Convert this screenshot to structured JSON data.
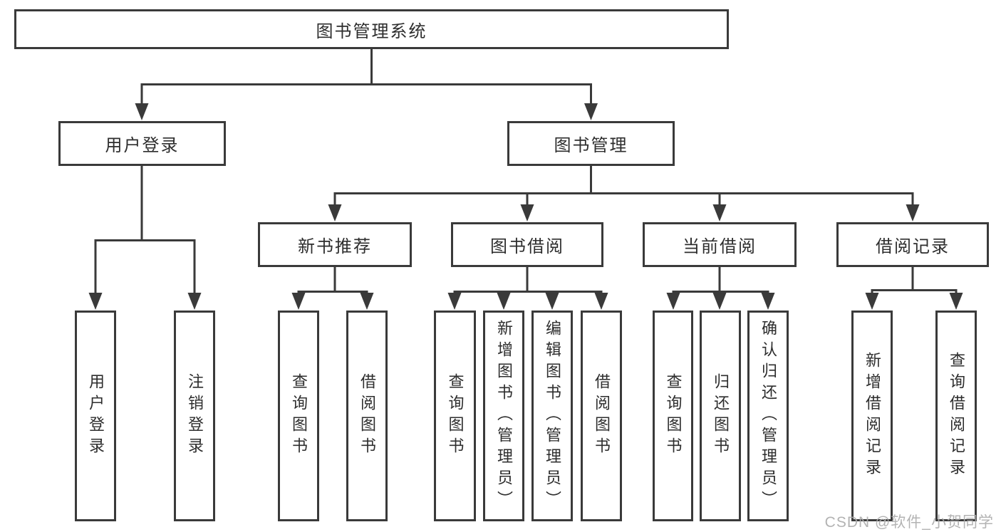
{
  "tree": {
    "label": "图书管理系统",
    "children": [
      {
        "label": "用户登录",
        "children": [
          {
            "label": "用户登录"
          },
          {
            "label": "注销登录"
          }
        ]
      },
      {
        "label": "图书管理",
        "children": [
          {
            "label": "新书推荐",
            "children": [
              {
                "label": "查询图书"
              },
              {
                "label": "借阅图书"
              }
            ]
          },
          {
            "label": "图书借阅",
            "children": [
              {
                "label": "查询图书"
              },
              {
                "label": "新增图书（管理员）"
              },
              {
                "label": "编辑图书（管理员）"
              },
              {
                "label": "借阅图书"
              }
            ]
          },
          {
            "label": "当前借阅",
            "children": [
              {
                "label": "查询图书"
              },
              {
                "label": "归还图书"
              },
              {
                "label": "确认归还（管理员）"
              }
            ]
          },
          {
            "label": "借阅记录",
            "children": [
              {
                "label": "新增借阅记录"
              },
              {
                "label": "查询借阅记录"
              }
            ]
          }
        ]
      }
    ]
  },
  "watermark": {
    "text": "CSDN @软件_小贺同学"
  },
  "colors": {
    "line": "#3a3a3a",
    "text": "#2d2d2d",
    "watermark": "#ababab",
    "background": "#ffffff"
  }
}
